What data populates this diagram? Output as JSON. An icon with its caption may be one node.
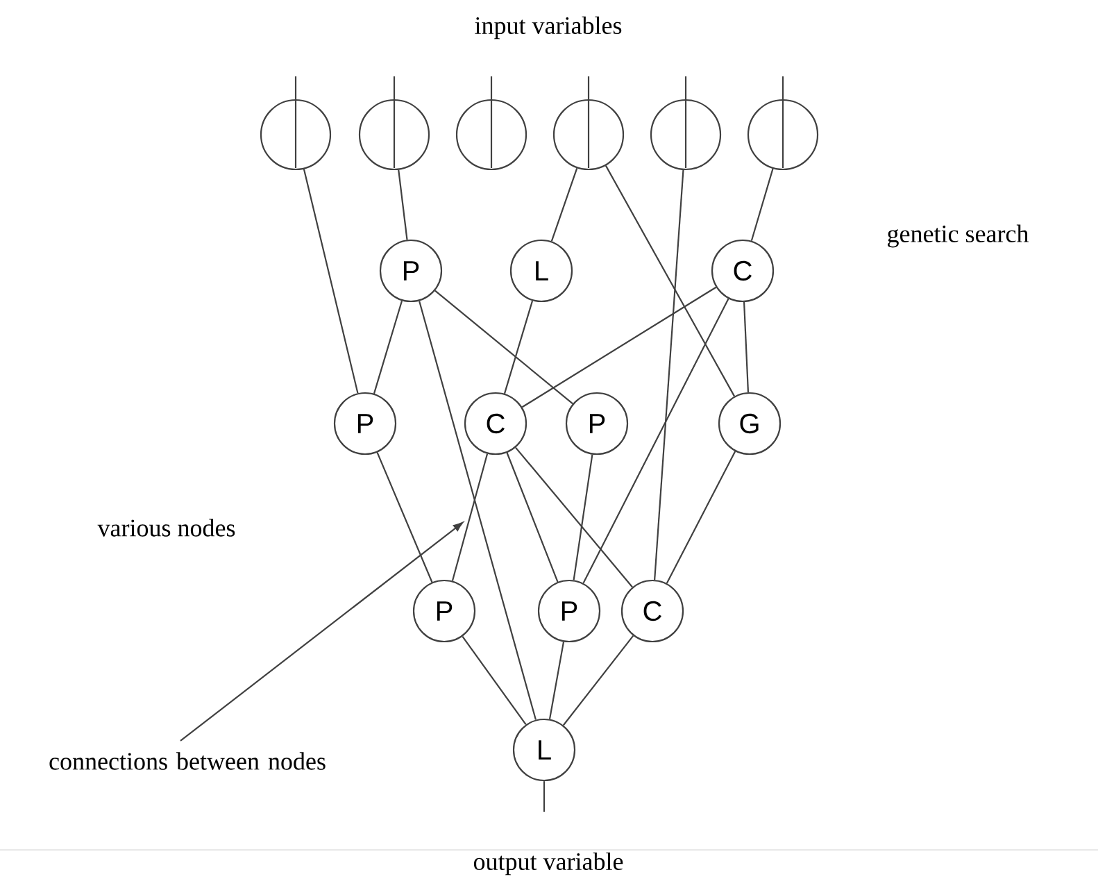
{
  "diagram": {
    "nodes": [
      {
        "text": [],
        "shape": "circle"
      },
      {
        "text": [],
        "shape": "circle"
      },
      {
        "text": [],
        "shape": "circle"
      },
      {
        "text": [],
        "shape": "circle"
      },
      {
        "text": [],
        "shape": "circle"
      },
      {
        "text": [],
        "shape": "circle"
      },
      {
        "text": [
          "P"
        ]
      },
      {
        "text": [
          "L"
        ]
      },
      {
        "text": [
          "C"
        ]
      },
      {
        "text": [
          "P"
        ]
      },
      {
        "text": [
          "C"
        ]
      },
      {
        "text": [
          "P"
        ]
      },
      {
        "text": [
          "G"
        ]
      },
      {
        "text": [
          "P"
        ]
      },
      {
        "text": [
          "P"
        ]
      },
      {
        "text": [
          "C"
        ]
      },
      {
        "text": [
          "L"
        ]
      },
      {
        "text": [
          "connections between nodes"
        ]
      }
    ],
    "edges": [
      {
        "from": 0,
        "to": 9,
        "arrow": "none"
      },
      {
        "from": 1,
        "to": 6,
        "arrow": "none"
      },
      {
        "from": 3,
        "to": 7,
        "arrow": "none"
      },
      {
        "from": 3,
        "to": 12,
        "arrow": "none"
      },
      {
        "from": 4,
        "to": 15,
        "arrow": "none"
      },
      {
        "from": 5,
        "to": 8,
        "arrow": "none"
      },
      {
        "from": 6,
        "to": 9,
        "arrow": "none"
      },
      {
        "from": 6,
        "to": 16,
        "arrow": "none"
      },
      {
        "from": 6,
        "to": 11,
        "arrow": "none"
      },
      {
        "from": 7,
        "to": 10,
        "arrow": "none"
      },
      {
        "from": 8,
        "to": 10,
        "arrow": "none"
      },
      {
        "from": 8,
        "to": 14,
        "arrow": "none"
      },
      {
        "from": 8,
        "to": 12,
        "arrow": "none"
      },
      {
        "from": 10,
        "to": 13,
        "arrow": "none"
      },
      {
        "from": 10,
        "to": 14,
        "arrow": "none"
      },
      {
        "from": 10,
        "to": 15,
        "arrow": "none"
      },
      {
        "from": 9,
        "to": 13,
        "arrow": "none"
      },
      {
        "from": 11,
        "to": 14,
        "arrow": "none"
      },
      {
        "from": 12,
        "to": 15,
        "arrow": "none"
      },
      {
        "from": 13,
        "to": 16,
        "arrow": "none"
      },
      {
        "from": 14,
        "to": 16,
        "arrow": "none"
      },
      {
        "from": 15,
        "to": 16,
        "arrow": "none"
      },
      {
        "from": 17,
        "to": null,
        "arrow": "to"
      }
    ],
    "labels": [
      "input variables",
      "genetic search",
      "various nodes",
      "output variable"
    ]
  }
}
